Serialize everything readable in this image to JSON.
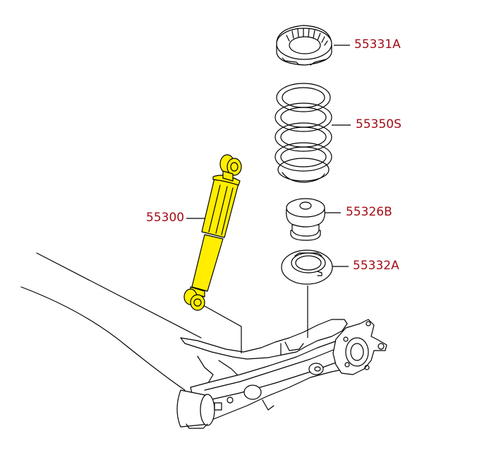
{
  "diagram": {
    "title": "Rear suspension exploded view",
    "highlight_color": "#ffee00",
    "label_color": "#a30d16",
    "parts": [
      {
        "id": "top-seat",
        "number": "55331A"
      },
      {
        "id": "coil-spring",
        "number": "55350S"
      },
      {
        "id": "bump-stopper",
        "number": "55326B"
      },
      {
        "id": "lower-seat",
        "number": "55332A"
      },
      {
        "id": "shock-absorber",
        "number": "55300",
        "highlighted": true
      }
    ]
  }
}
